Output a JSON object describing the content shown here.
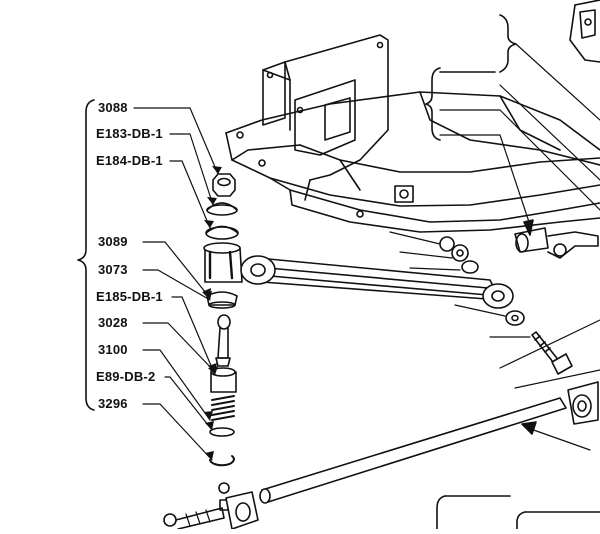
{
  "diagram": {
    "part_labels": [
      "3088",
      "E183-DB-1",
      "E184-DB-1",
      "3089",
      "3073",
      "E185-DB-1",
      "3028",
      "3100",
      "E89-DB-2",
      "3296"
    ]
  }
}
